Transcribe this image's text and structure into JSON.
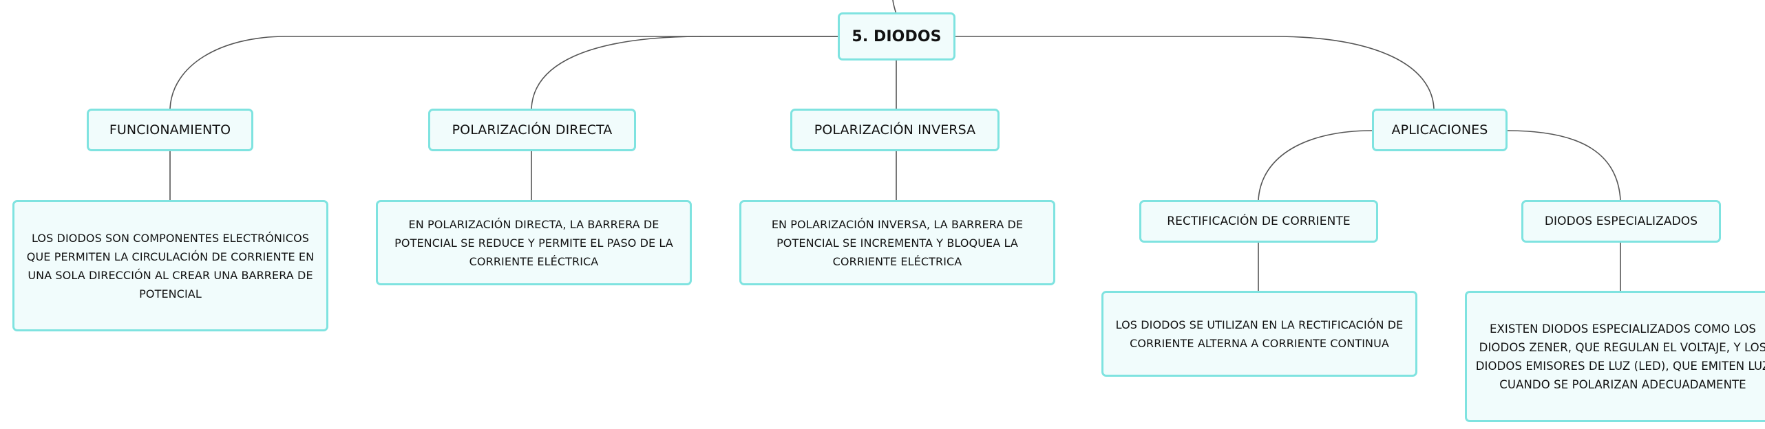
{
  "map": {
    "root": "5. DIODOS",
    "topics": {
      "funcionamiento": "FUNCIONAMIENTO",
      "directa": "POLARIZACIÓN DIRECTA",
      "inversa": "POLARIZACIÓN INVERSA",
      "aplicaciones": "APLICACIONES"
    },
    "subtopics": {
      "rectificacion": "RECTIFICACIÓN DE CORRIENTE",
      "especializados": "DIODOS ESPECIALIZADOS"
    },
    "details": {
      "funcionamiento": "LOS DIODOS SON COMPONENTES ELECTRÓNICOS QUE PERMITEN LA CIRCULACIÓN DE CORRIENTE EN UNA SOLA DIRECCIÓN AL CREAR UNA BARRERA DE POTENCIAL",
      "directa": "EN POLARIZACIÓN DIRECTA, LA BARRERA DE POTENCIAL SE REDUCE Y PERMITE EL PASO DE LA CORRIENTE ELÉCTRICA",
      "inversa": "EN POLARIZACIÓN INVERSA, LA BARRERA DE POTENCIAL SE INCREMENTA Y BLOQUEA LA CORRIENTE ELÉCTRICA",
      "rectificacion": "LOS DIODOS SE UTILIZAN EN LA RECTIFICACIÓN DE CORRIENTE ALTERNA A CORRIENTE CONTINUA",
      "especializados": "EXISTEN DIODOS ESPECIALIZADOS COMO LOS DIODOS ZENER, QUE REGULAN EL VOLTAJE, Y LOS DIODOS EMISORES DE LUZ (LED), QUE EMITEN LUZ CUANDO SE POLARIZAN ADECUADAMENTE"
    },
    "colors": {
      "node_border": "#7fe3e0",
      "node_fill": "#f1fcfc",
      "connector": "#555555"
    }
  }
}
